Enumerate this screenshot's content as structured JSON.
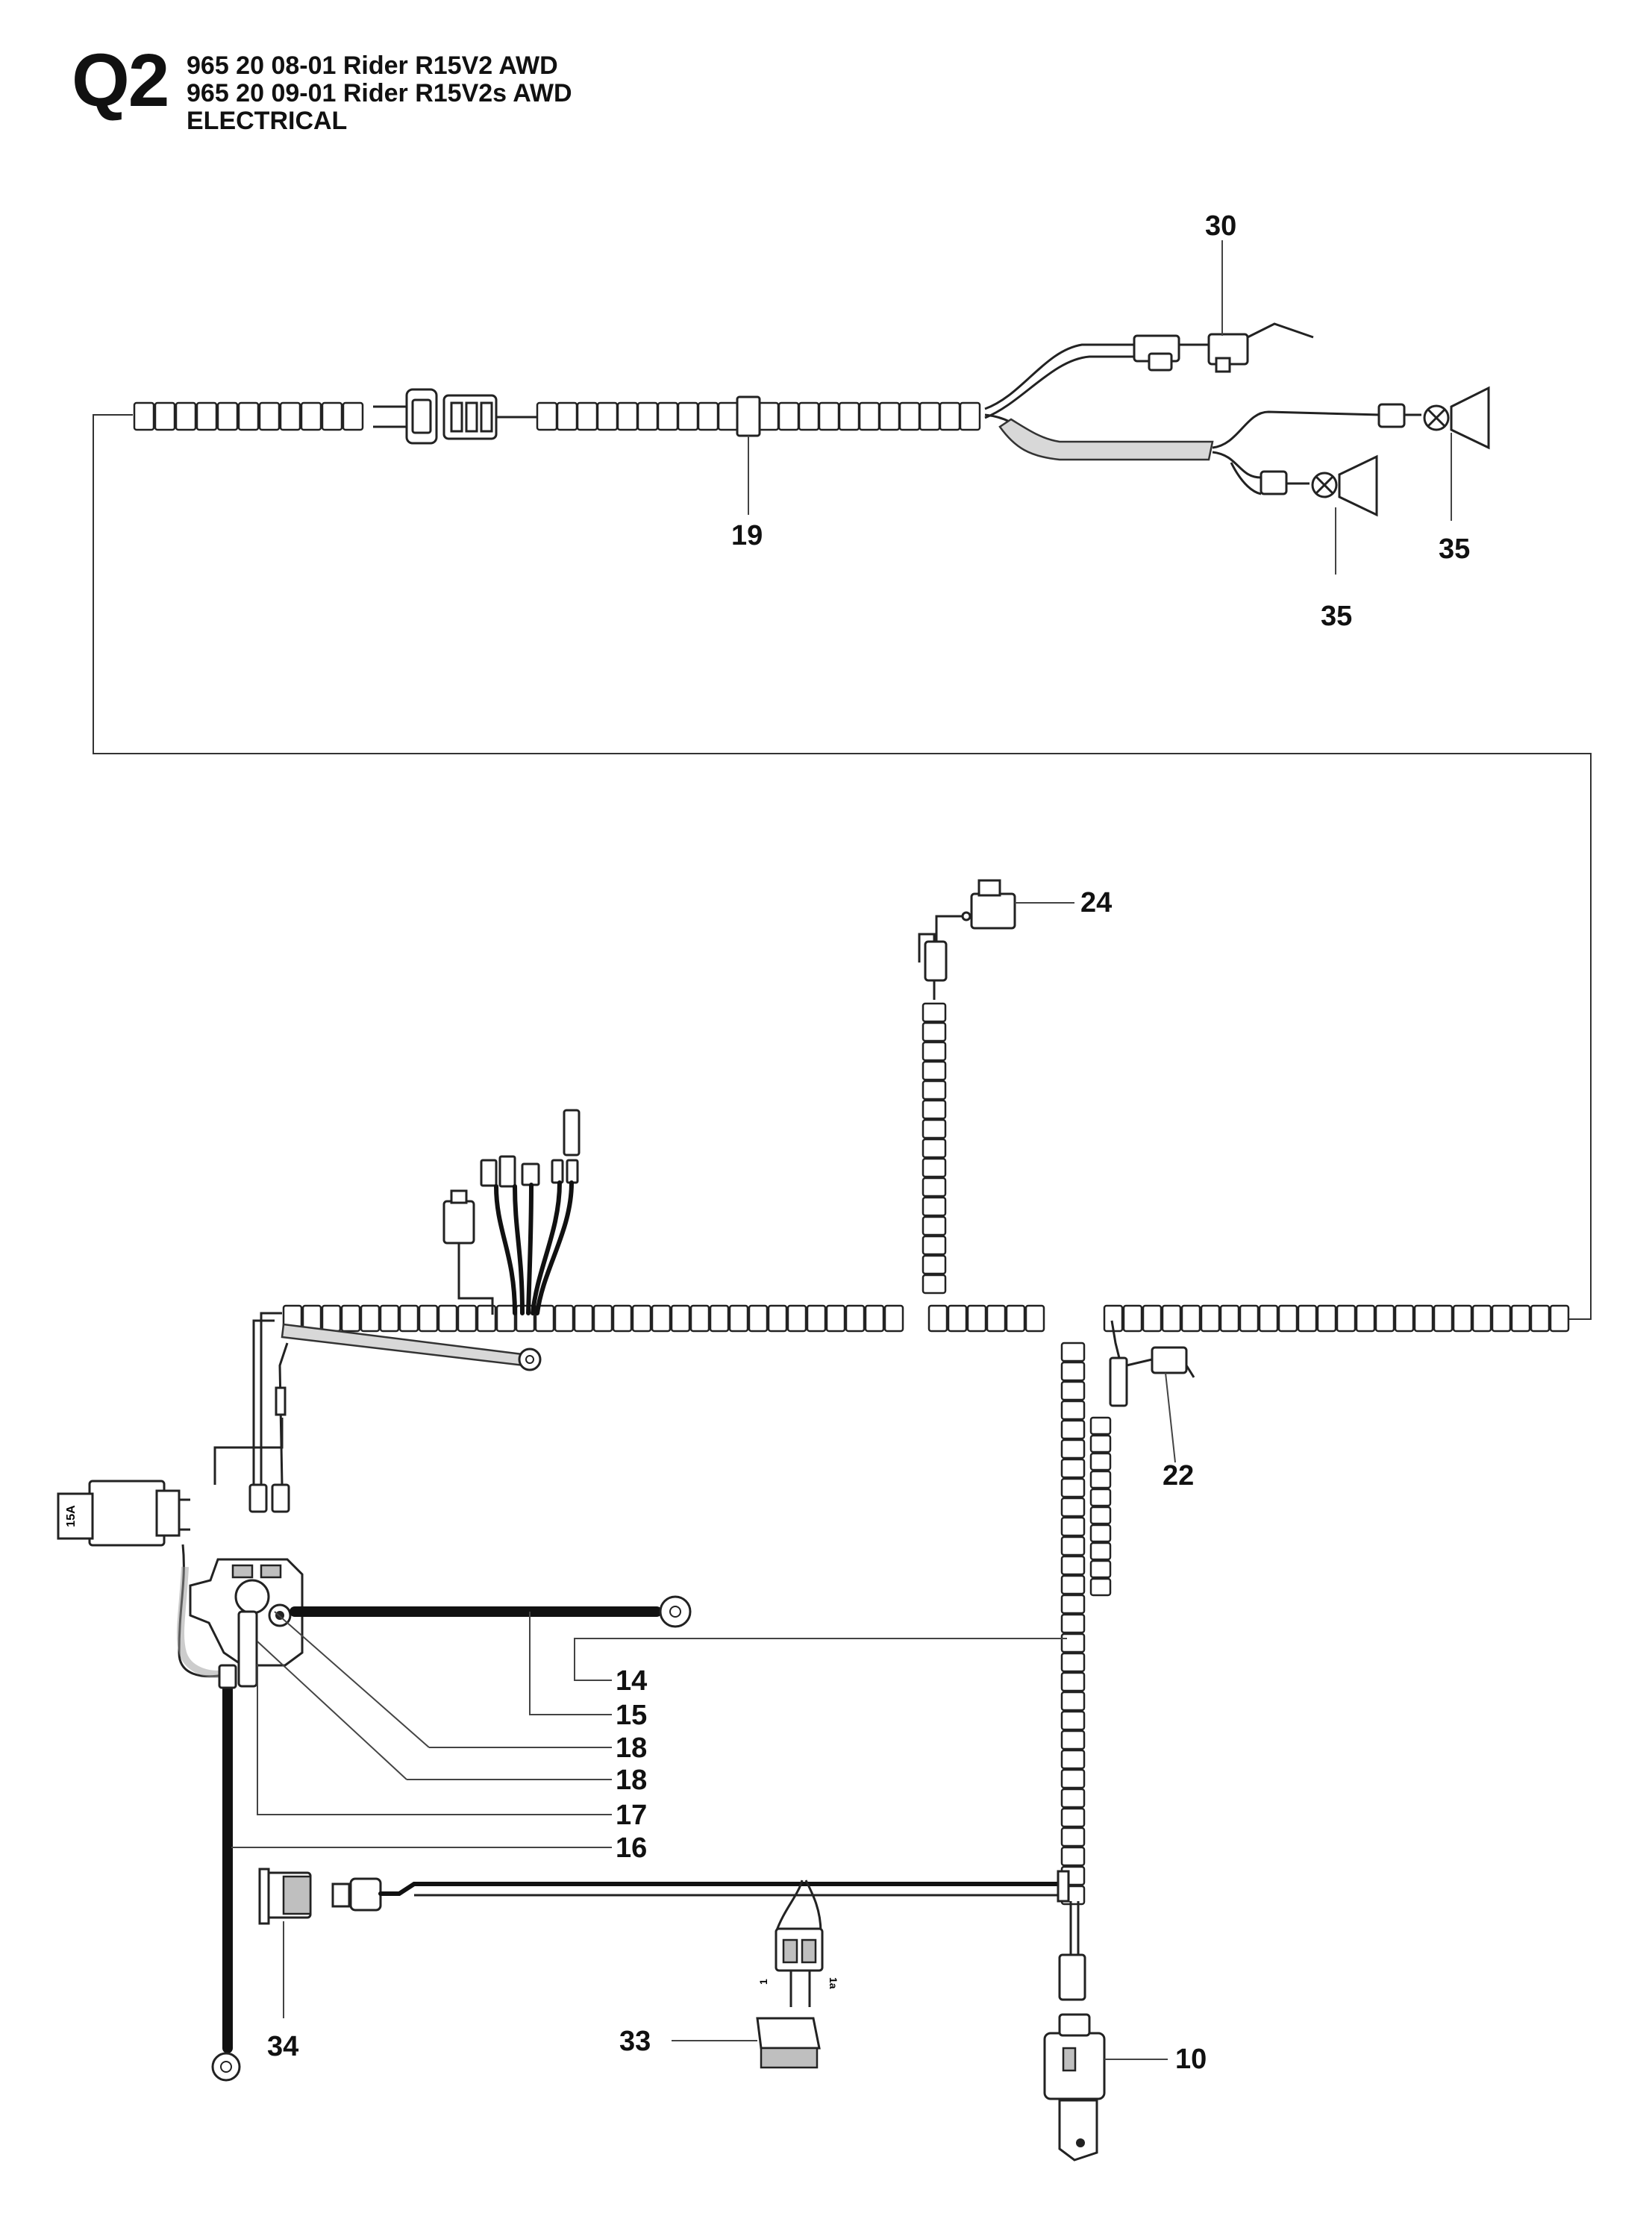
{
  "header": {
    "code": "Q2",
    "lines": [
      "965 20 08-01 Rider R15V2 AWD",
      "965 20 09-01 Rider R15V2s AWD",
      "ELECTRICAL"
    ]
  },
  "fuse_label": "15A",
  "terminal_labels": {
    "pin1": "1",
    "pin1a": "1a"
  },
  "callouts": {
    "c30": "30",
    "c19": "19",
    "c35a": "35",
    "c35b": "35",
    "c24": "24",
    "c22": "22",
    "c14": "14",
    "c15": "15",
    "c18a": "18",
    "c18b": "18",
    "c17": "17",
    "c16": "16",
    "c34": "34",
    "c33": "33",
    "c10": "10"
  }
}
